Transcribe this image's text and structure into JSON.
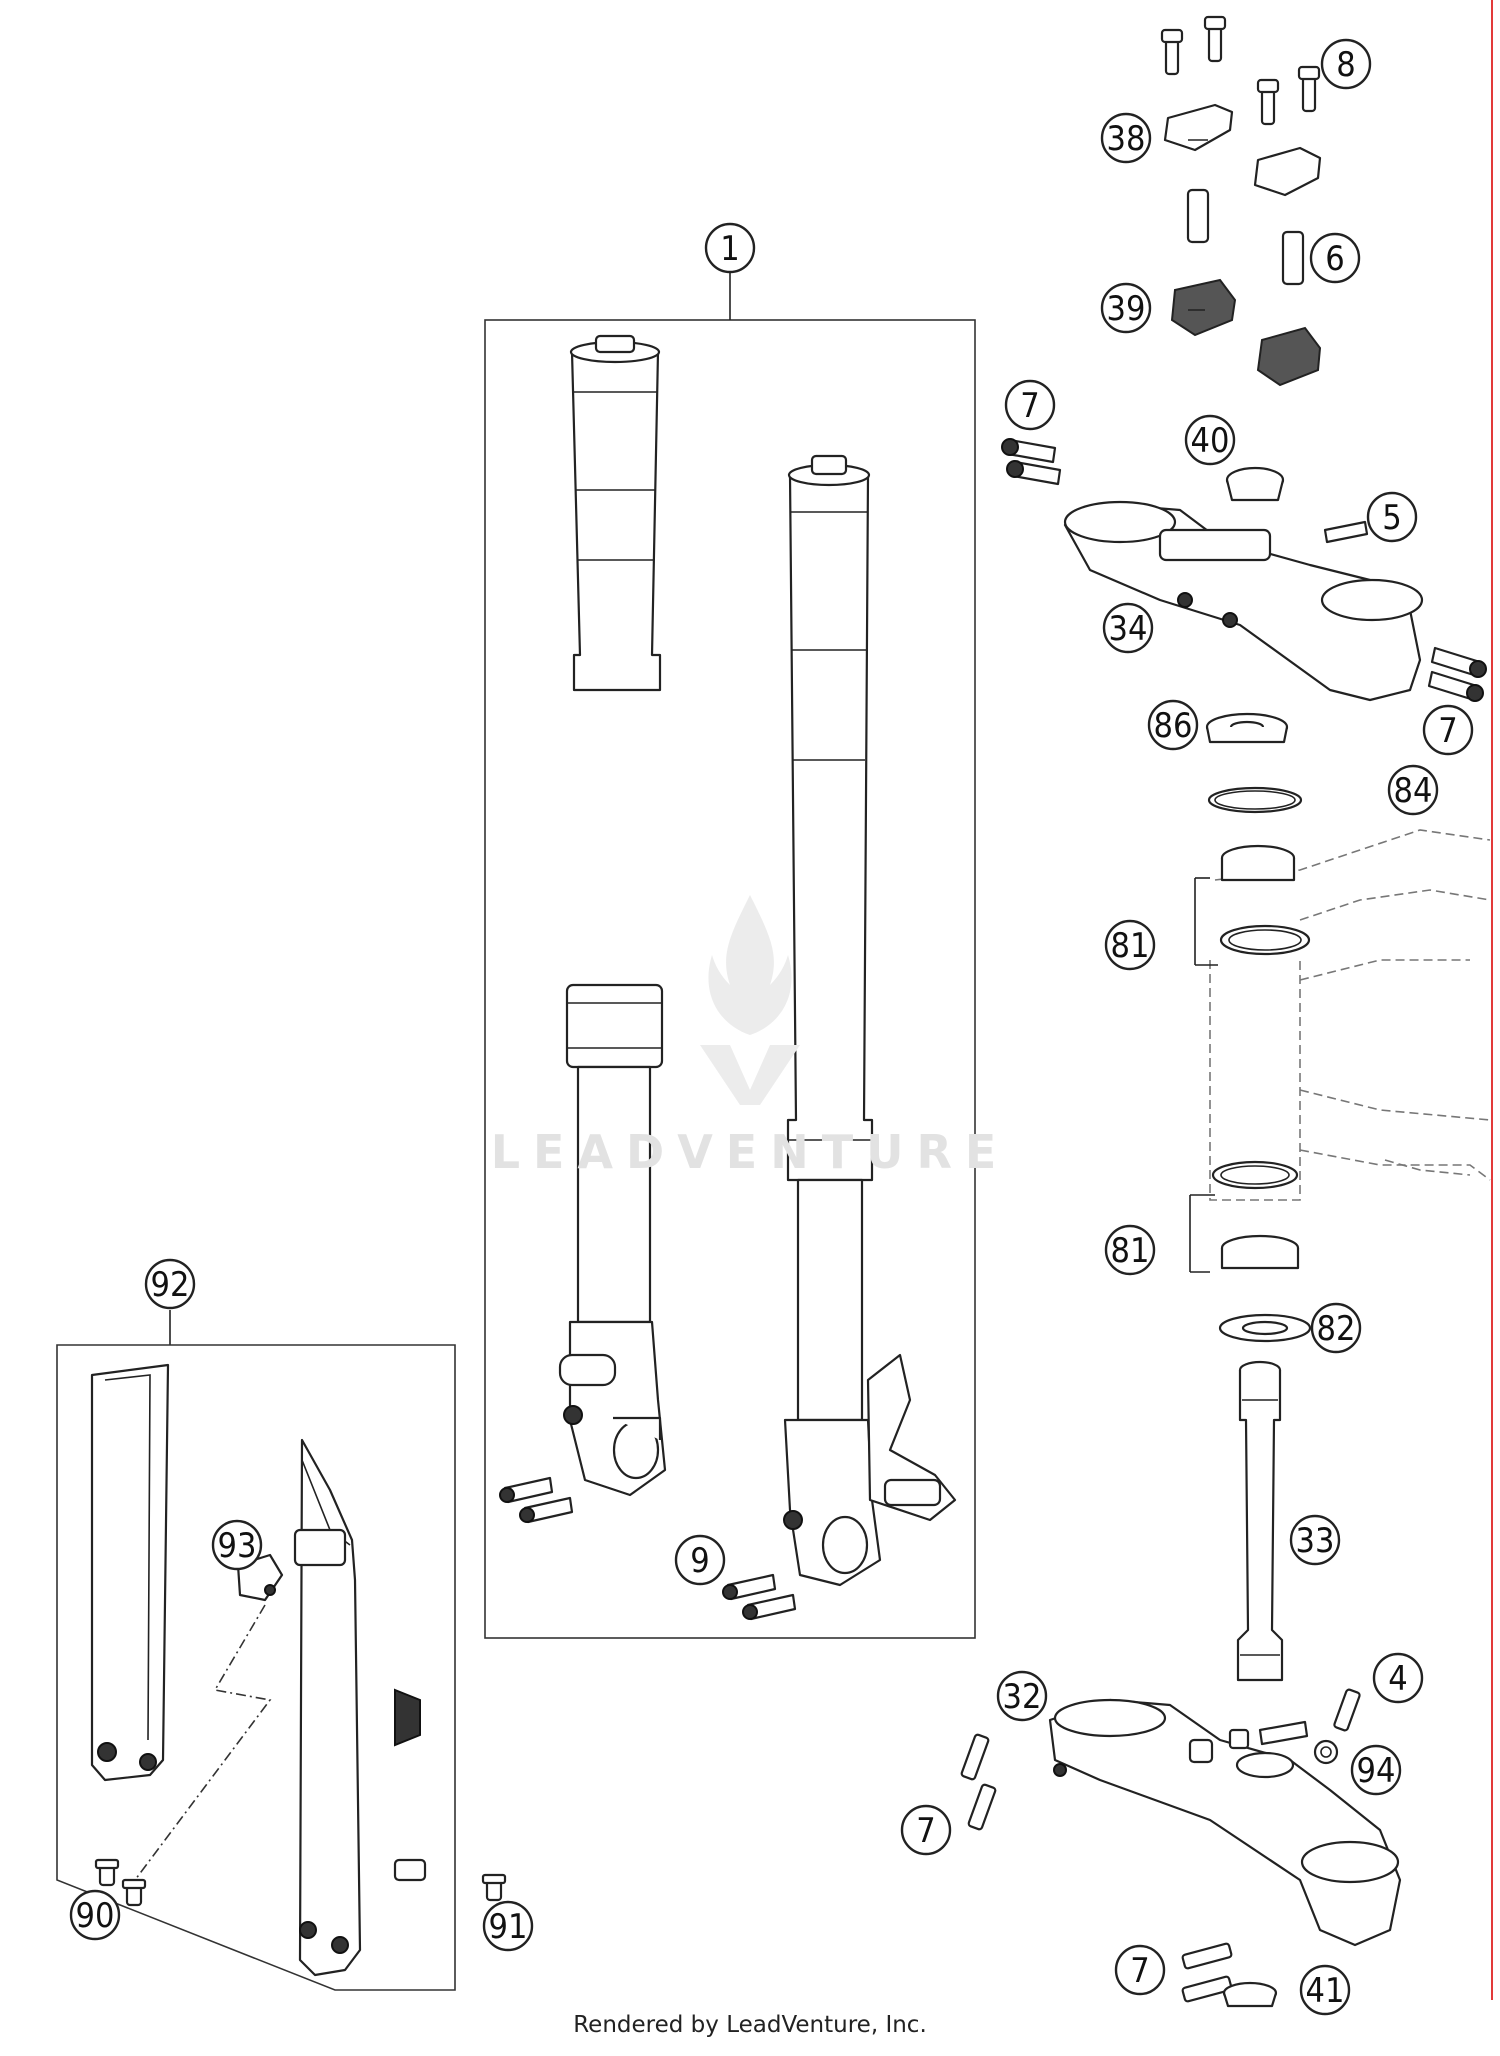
{
  "diagram": {
    "callouts": [
      {
        "id": "c1",
        "label": "1"
      },
      {
        "id": "c8",
        "label": "8"
      },
      {
        "id": "c38",
        "label": "38"
      },
      {
        "id": "c6",
        "label": "6"
      },
      {
        "id": "c39",
        "label": "39"
      },
      {
        "id": "c7a",
        "label": "7"
      },
      {
        "id": "c40",
        "label": "40"
      },
      {
        "id": "c5",
        "label": "5"
      },
      {
        "id": "c34",
        "label": "34"
      },
      {
        "id": "c7b",
        "label": "7"
      },
      {
        "id": "c86",
        "label": "86"
      },
      {
        "id": "c84",
        "label": "84"
      },
      {
        "id": "c81a",
        "label": "81"
      },
      {
        "id": "c81b",
        "label": "81"
      },
      {
        "id": "c82",
        "label": "82"
      },
      {
        "id": "c33",
        "label": "33"
      },
      {
        "id": "c92",
        "label": "92"
      },
      {
        "id": "c93",
        "label": "93"
      },
      {
        "id": "c9",
        "label": "9"
      },
      {
        "id": "c32",
        "label": "32"
      },
      {
        "id": "c4",
        "label": "4"
      },
      {
        "id": "c94",
        "label": "94"
      },
      {
        "id": "c7c",
        "label": "7"
      },
      {
        "id": "c7d",
        "label": "7"
      },
      {
        "id": "c90",
        "label": "90"
      },
      {
        "id": "c91",
        "label": "91"
      },
      {
        "id": "c41",
        "label": "41"
      }
    ]
  },
  "watermark": {
    "text": "LEADVENTURE"
  },
  "footer": {
    "text": "Rendered by LeadVenture, Inc."
  }
}
